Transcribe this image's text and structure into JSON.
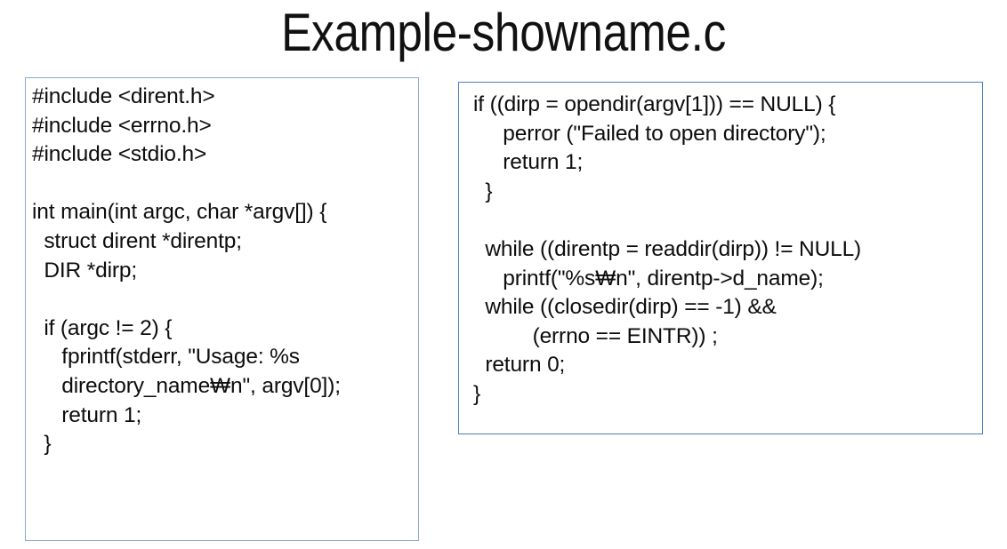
{
  "slide": {
    "title": "Example-showname.c",
    "background_color": "#ffffff",
    "text_color": "#0d0d0d"
  },
  "code_box_left": {
    "border_color": "#8ba9d6",
    "background_color": "#ffffff",
    "lines": [
      "#include <dirent.h>",
      "#include <errno.h>",
      "#include <stdio.h>",
      "",
      "int main(int argc, char *argv[]) {",
      "  struct dirent *direntp;",
      "  DIR *dirp;",
      "",
      "  if (argc != 2) {",
      "     fprintf(stderr, \"Usage: %s",
      "     directory_name₩n\", argv[0]);",
      "     return 1;",
      "  }"
    ]
  },
  "code_box_right": {
    "border_color": "#4a7ebb",
    "background_color": "#ffffff",
    "lines": [
      "if ((dirp = opendir(argv[1])) == NULL) {",
      "     perror (\"Failed to open directory\");",
      "     return 1;",
      "  }",
      "",
      "  while ((direntp = readdir(dirp)) != NULL)",
      "     printf(\"%s₩n\", direntp->d_name);",
      "  while ((closedir(dirp) == -1) &&",
      "          (errno == EINTR)) ;",
      "  return 0;",
      "}"
    ]
  }
}
